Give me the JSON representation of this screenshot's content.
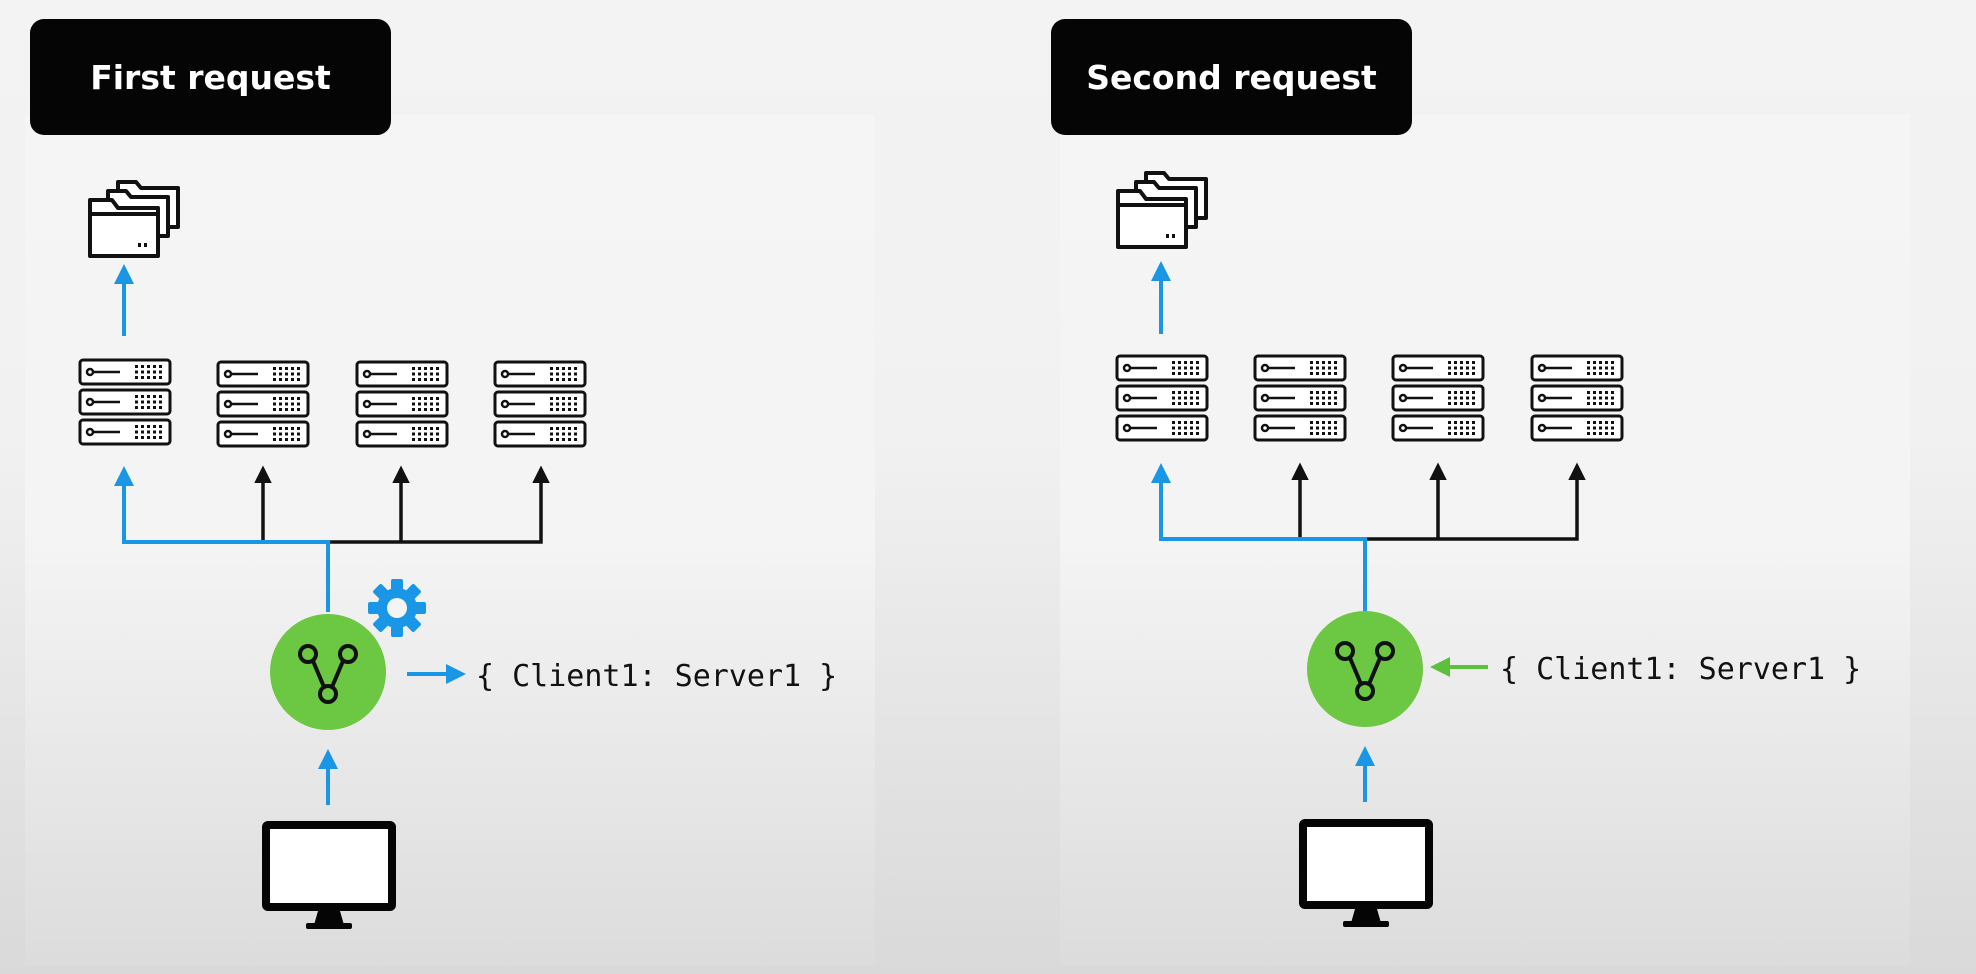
{
  "panels": [
    {
      "title": "First request",
      "mapping_text": "{ Client1: Server1 }",
      "mapping_direction": "outgoing",
      "mapping_arrow_color": "#1a96e6",
      "config_icon": "gear-icon"
    },
    {
      "title": "Second request",
      "mapping_text": "{ Client1: Server1 }",
      "mapping_direction": "incoming",
      "mapping_arrow_color": "#5cbf3e",
      "config_icon": null
    }
  ],
  "colors": {
    "highlight_path": "#1a96e6",
    "default_path": "#111111",
    "load_balancer": "#6cc743",
    "title_bg": "#050505",
    "title_text": "#ffffff"
  },
  "icons": {
    "storage": "folders-icon",
    "server": "server-rack-icon",
    "balancer": "load-balancer-icon",
    "client": "monitor-icon"
  }
}
